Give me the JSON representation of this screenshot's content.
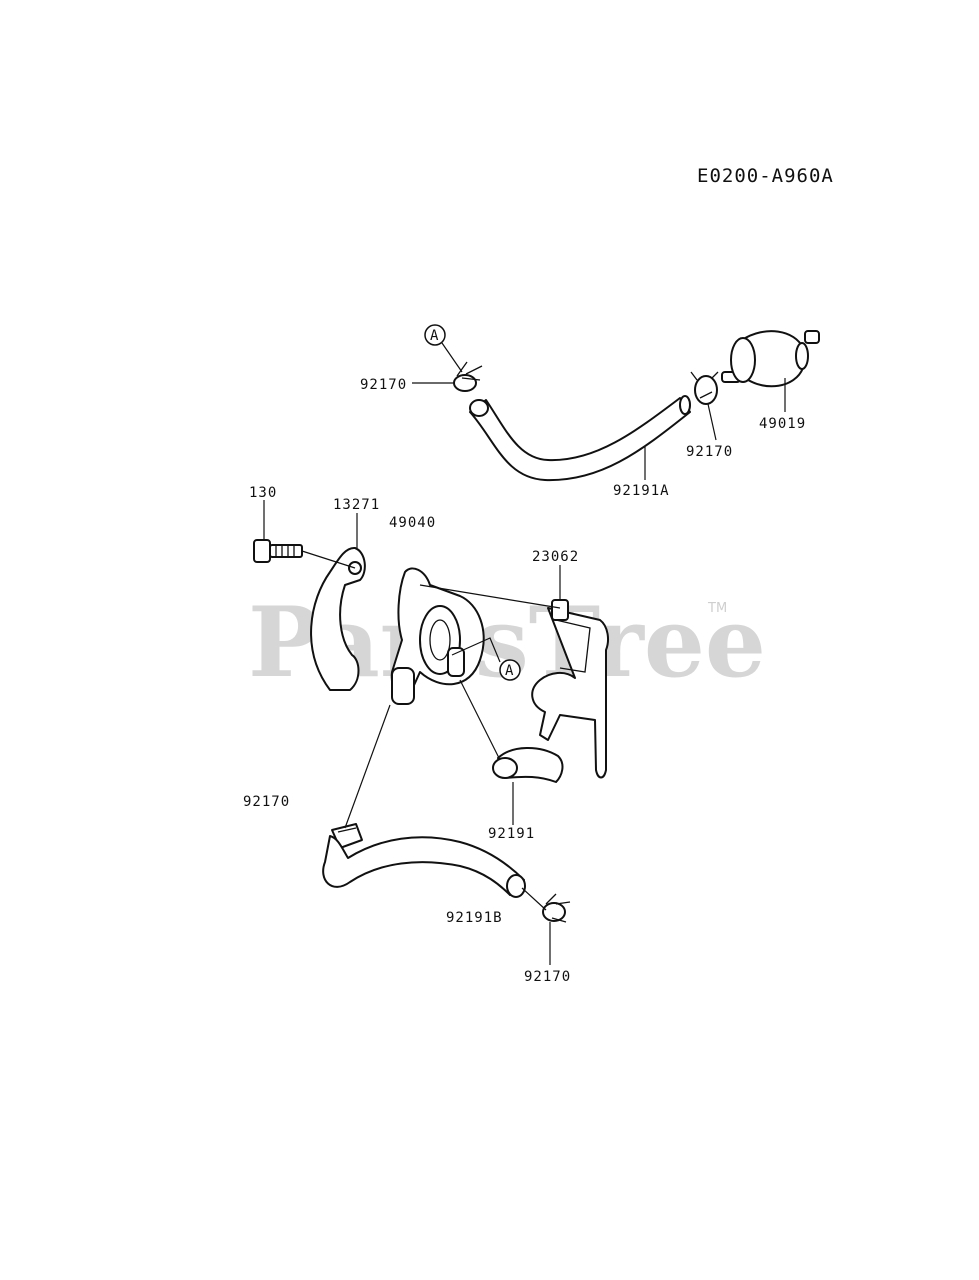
{
  "diagram_code": "E0200-A960A",
  "watermark": "PartsTree",
  "trademark": "TM",
  "callout_letter": "A",
  "parts": {
    "clamp_top_left": "92170",
    "clamp_top_right": "92170",
    "fuel_filter": "49019",
    "hose_top": "92191A",
    "bolt": "130",
    "plate": "13271",
    "fuel_pump": "49040",
    "rubber_stop": "23062",
    "clamp_lower_left": "92170",
    "hose_short": "92191",
    "hose_bottom": "92191B",
    "clamp_bottom": "92170"
  }
}
